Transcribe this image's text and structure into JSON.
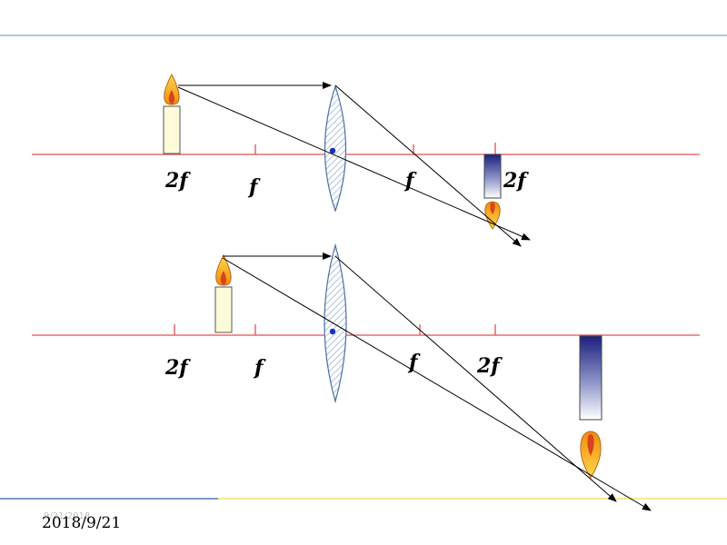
{
  "colors": {
    "axis": "#e05050",
    "tick": "#e05050",
    "ray": "#000000",
    "lens_stroke": "#4a6fa5",
    "lens_hatch": "#9db1d4",
    "center_dot": "#1a2fbf",
    "top_rule": "#9fb6cc",
    "bottom_rule_blue": "#4f79b0",
    "bottom_rule_yellow": "#f5e06a",
    "candle_body": "#fdfbd8",
    "flame_outer": "#f4a81c",
    "flame_inner": "#d9431a",
    "image_candle_top": "#1c1f7d"
  },
  "icons": [
    "candle-icon",
    "inverted-candle-icon",
    "convex-lens-icon"
  ],
  "diagram1": {
    "labels": {
      "two_f_left": "2f",
      "f_left": "f",
      "f_right": "f",
      "two_f_right": "2f"
    }
  },
  "diagram2": {
    "labels": {
      "two_f_left": "2f",
      "f_left": "f",
      "f_right": "f",
      "two_f_right": "2f"
    }
  },
  "footer": {
    "date_small": "9/21/2018",
    "date_main": "2018/9/21"
  }
}
